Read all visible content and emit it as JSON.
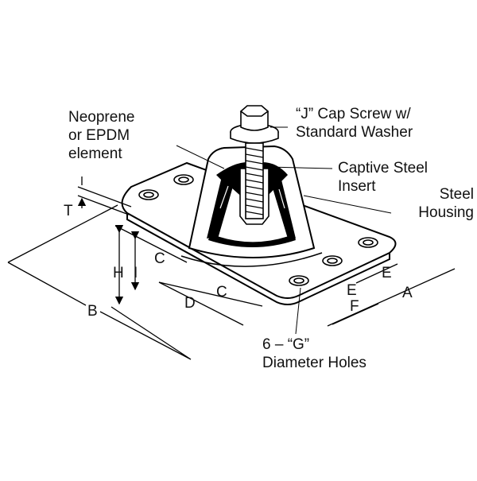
{
  "callouts": {
    "neoprene": [
      "Neoprene",
      "or EPDM",
      "element"
    ],
    "cap_screw": [
      "“J” Cap Screw w/",
      "Standard Washer"
    ],
    "captive_insert": [
      "Captive Steel",
      "Insert"
    ],
    "steel_housing": [
      "Steel",
      "Housing"
    ],
    "holes": [
      "6 – “G”",
      "Diameter Holes"
    ]
  },
  "dimensions": {
    "A": "A",
    "B": "B",
    "C1": "C",
    "C2": "C",
    "D": "D",
    "E1": "E",
    "E2": "E",
    "F": "F",
    "H": "H",
    "I": "I",
    "T": "T"
  },
  "colors": {
    "line": "#000000",
    "fill_light": "#ffffff",
    "fill_dark": "#000000"
  }
}
